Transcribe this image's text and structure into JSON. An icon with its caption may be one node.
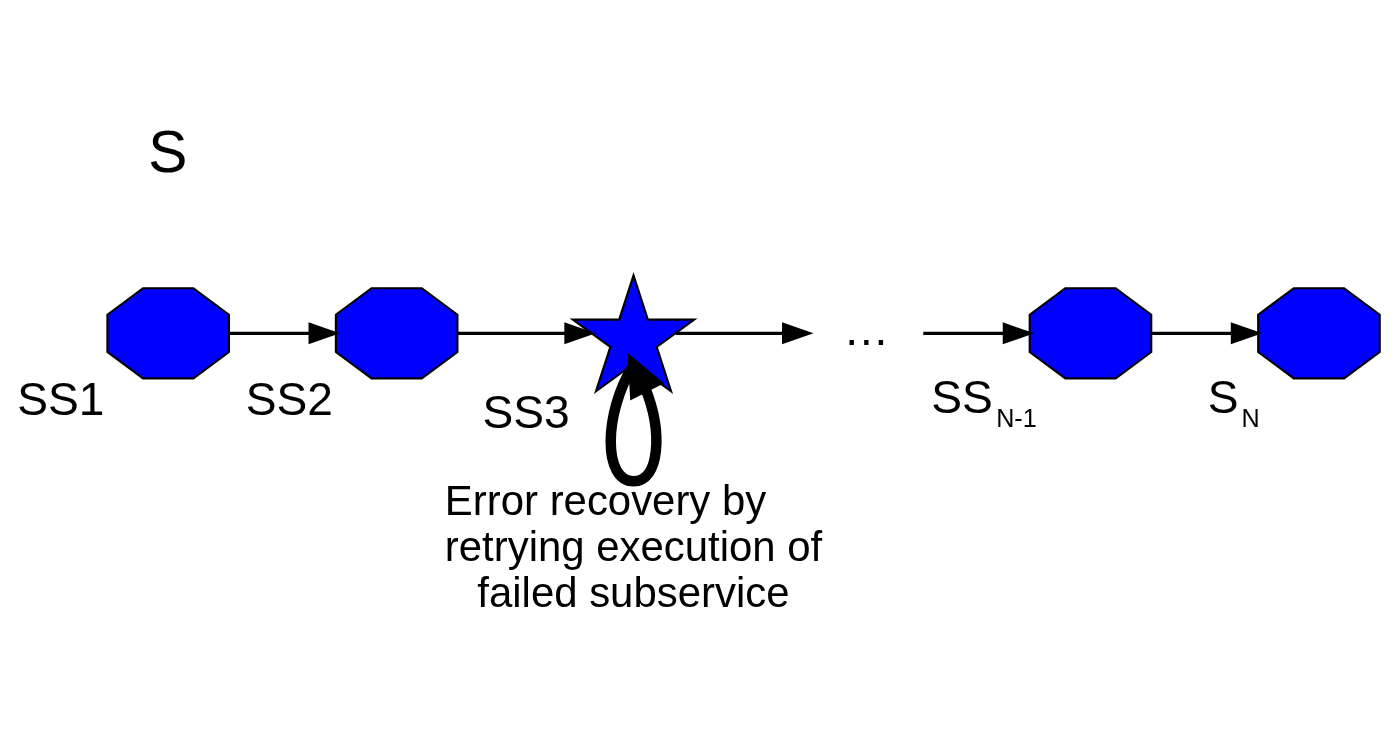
{
  "diagram": {
    "nodes": [
      {
        "text": [],
        "shape": "octagon",
        "beside": [
          "SS1"
        ]
      },
      {
        "text": [],
        "shape": "octagon",
        "beside": [
          "SS2"
        ]
      },
      {
        "text": [],
        "shape": "star",
        "beside": [
          "SS3"
        ]
      },
      {
        "text": [
          "…"
        ]
      },
      {
        "text": [],
        "shape": "octagon",
        "beside": [
          "SS$_{N-1}$"
        ]
      },
      {
        "text": [],
        "shape": "octagon",
        "beside": [
          "S$_{N}$"
        ]
      }
    ],
    "edges": [
      {
        "from": 0,
        "to": 1,
        "arrow": "to"
      },
      {
        "from": 1,
        "to": 2,
        "arrow": "to"
      },
      {
        "from": 2,
        "to": 3,
        "arrow": "to"
      },
      {
        "from": 3,
        "to": 4,
        "arrow": "to"
      },
      {
        "from": 4,
        "to": 5,
        "arrow": "to"
      },
      {
        "from": 2,
        "to": 2,
        "arrow": "to",
        "style": "thick",
        "label": "Error recovery by retrying execution of failed subservice"
      }
    ],
    "labels": [
      "S"
    ]
  }
}
